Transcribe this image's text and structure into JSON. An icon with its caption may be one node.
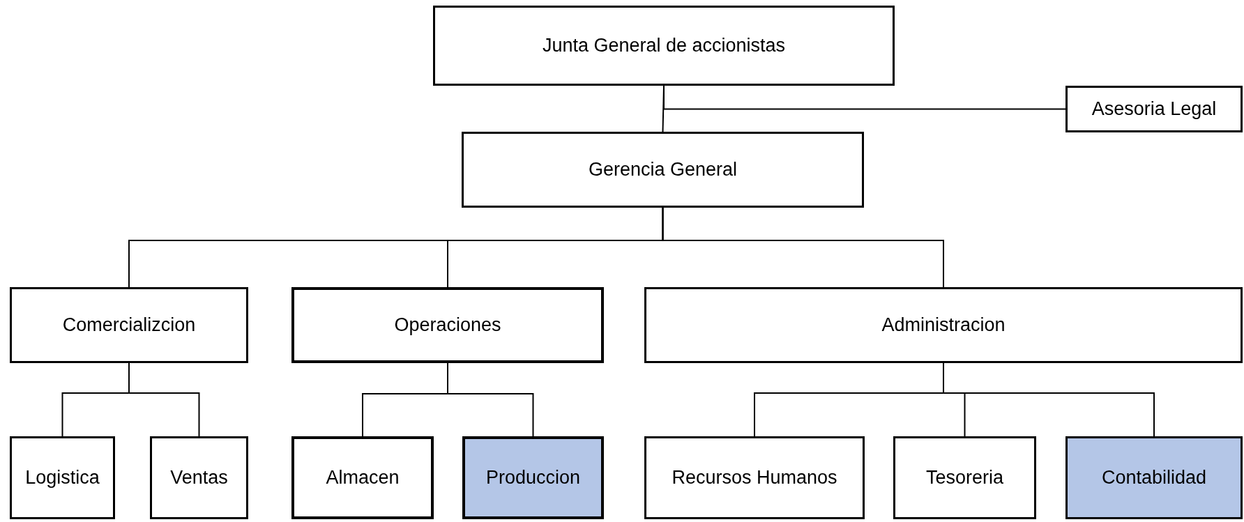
{
  "diagram": {
    "nodes": [
      {
        "text": [
          "Junta General de accionistas"
        ]
      },
      {
        "text": [
          "Asesoria Legal"
        ]
      },
      {
        "text": [
          "Gerencia General"
        ]
      },
      {
        "text": [
          "Comercializcion"
        ]
      },
      {
        "text": [
          "Operaciones"
        ]
      },
      {
        "text": [
          "Administracion"
        ]
      },
      {
        "text": [
          "Logistica"
        ]
      },
      {
        "text": [
          "Ventas"
        ]
      },
      {
        "text": [
          "Almacen"
        ]
      },
      {
        "text": [
          "Produccion"
        ]
      },
      {
        "text": [
          "Recursos Humanos"
        ]
      },
      {
        "text": [
          "Tesoreria"
        ]
      },
      {
        "text": [
          "Contabilidad"
        ]
      }
    ],
    "edges": [
      {
        "from": 0,
        "to": 2,
        "arrow": "none"
      },
      {
        "from": 0,
        "to": 1,
        "arrow": "none"
      },
      {
        "from": 2,
        "to": 3,
        "arrow": "none"
      },
      {
        "from": 2,
        "to": 4,
        "arrow": "none"
      },
      {
        "from": 2,
        "to": 5,
        "arrow": "none"
      },
      {
        "from": 3,
        "to": 6,
        "arrow": "none"
      },
      {
        "from": 3,
        "to": 7,
        "arrow": "none"
      },
      {
        "from": 4,
        "to": 8,
        "arrow": "none"
      },
      {
        "from": 4,
        "to": 9,
        "arrow": "none"
      },
      {
        "from": 5,
        "to": 10,
        "arrow": "none"
      },
      {
        "from": 5,
        "to": 11,
        "arrow": "none"
      },
      {
        "from": 5,
        "to": 12,
        "arrow": "none"
      }
    ]
  }
}
